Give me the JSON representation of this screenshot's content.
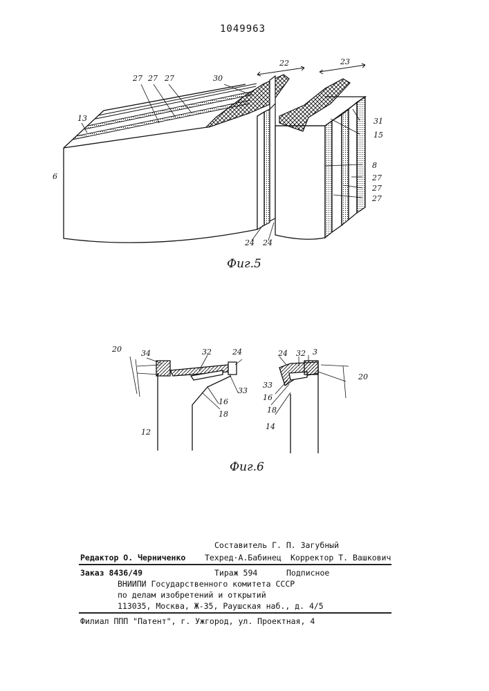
{
  "header": {
    "patent_number": "1049963"
  },
  "figure5": {
    "caption": "Фиг.5",
    "labels": {
      "n27a": "27",
      "n27b": "27",
      "n27c": "27",
      "n30": "30",
      "n22": "22",
      "n23": "23",
      "n13": "13",
      "n6": "6",
      "n31": "31",
      "n15": "15",
      "n8": "8",
      "n27d": "27",
      "n27e": "27",
      "n27f": "27",
      "n24a": "24",
      "n24b": "24"
    }
  },
  "figure6": {
    "caption": "Фиг.6",
    "labels": {
      "n20a": "20",
      "n34": "34",
      "n32a": "32",
      "n24a": "24",
      "n33a": "33",
      "n16a": "16",
      "n18a": "18",
      "n12": "12",
      "n24b": "24",
      "n32b": "32",
      "n3": "3",
      "n33b": "33",
      "n16b": "16",
      "n18b": "18",
      "n20b": "20",
      "n14": "14"
    }
  },
  "imprint": {
    "compiler": "Составитель  Г. П. Загубный",
    "editor": "Редактор О. Черниченко",
    "techred": "Техред·А.Бабинец",
    "corrector": "Корректор Т. Вашкович",
    "order": "Заказ 8436/49",
    "circulation": "Тираж 594",
    "subscription": "Подписное",
    "org1": "ВНИИПИ Государственного комитета СССР",
    "org2": "по делам изобретений и открытий",
    "address": "113035, Москва, Ж-35, Раушская наб., д. 4/5",
    "branch": "Филиал ППП \"Патент\", г. Ужгород, ул. Проектная, 4"
  }
}
